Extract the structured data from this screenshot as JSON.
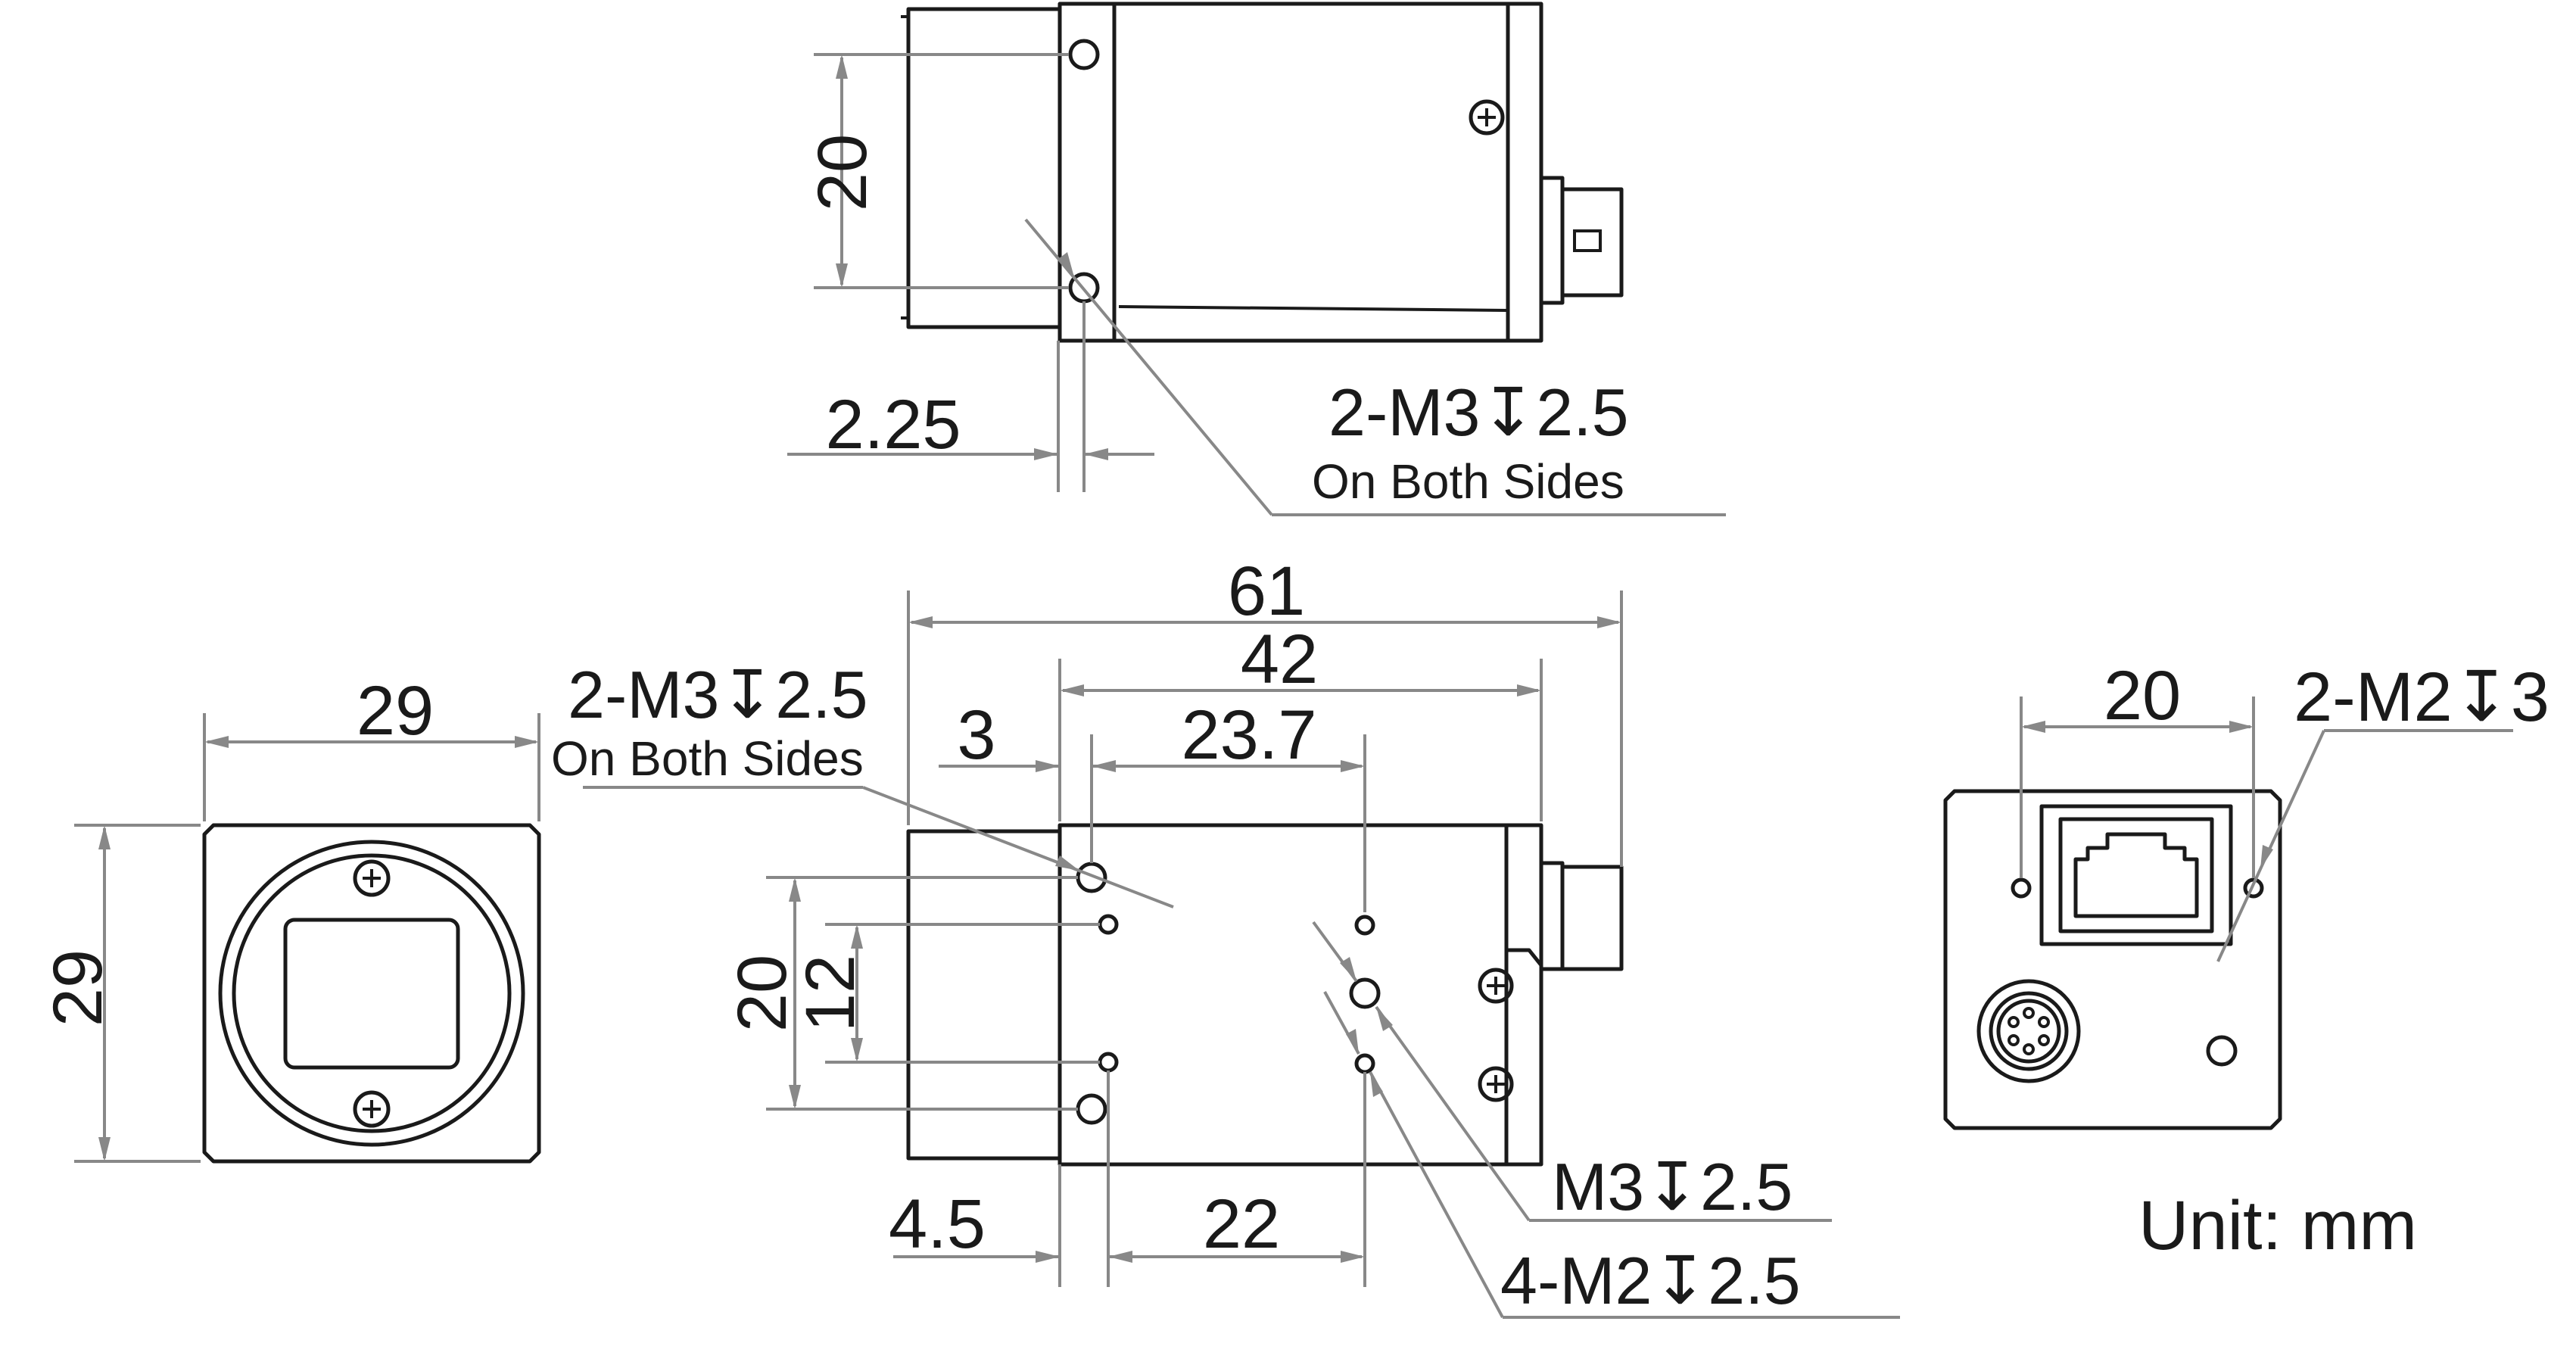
{
  "labels": {
    "top_20": "20",
    "top_225": "2.25",
    "top_m3_note": "2-M3↧2.5",
    "top_both_sides": "On Both Sides",
    "dim_61": "61",
    "dim_42": "42",
    "dim_3": "3",
    "dim_237": "23.7",
    "side_m3_note": "2-M3↧2.5",
    "side_both_sides": "On Both Sides",
    "side_20": "20",
    "side_12": "12",
    "dim_45": "4.5",
    "dim_22": "22",
    "m3_note": "M3↧2.5",
    "m2_note": "4-M2↧2.5",
    "front_w": "29",
    "front_h": "29",
    "rear_20": "20",
    "rear_m2_note": "2-M2↧3",
    "unit": "Unit: mm"
  },
  "colors": {
    "outline": "#1a1a1a",
    "dimension": "#888888",
    "background": "#ffffff"
  }
}
